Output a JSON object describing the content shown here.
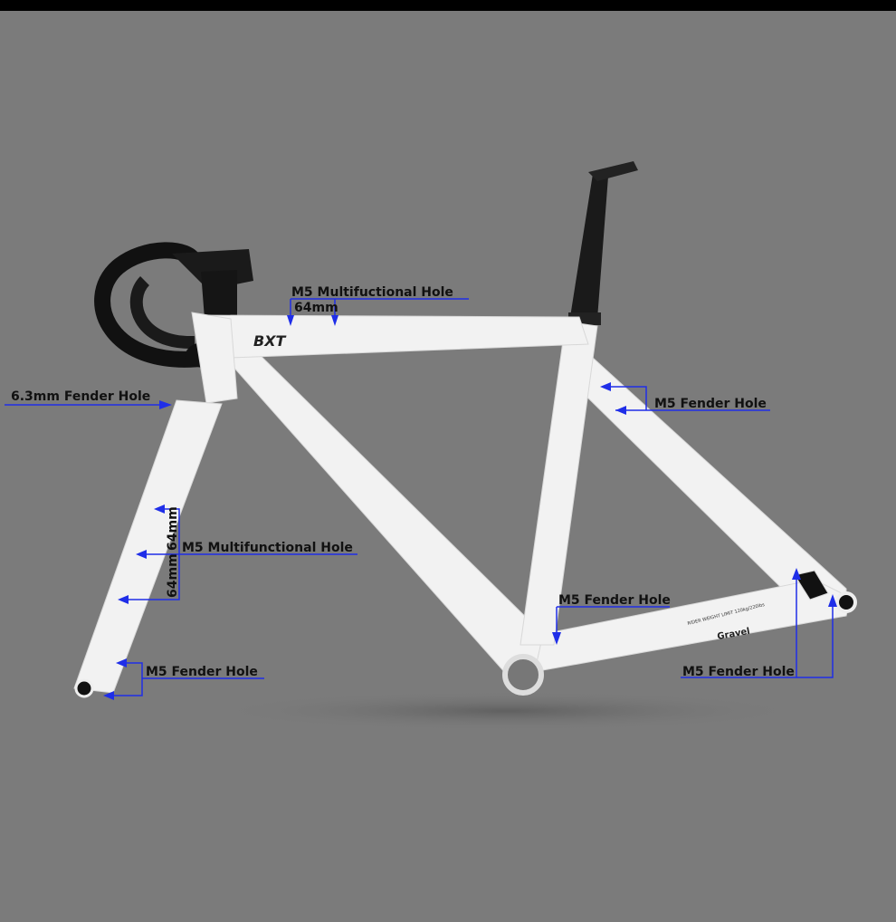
{
  "colors": {
    "background": "#7b7b7b",
    "annotation_line": "#1f2ee8",
    "frame": "#f2f2f2",
    "components": "#111111"
  },
  "frame_markings": {
    "brand": "BXT",
    "model": "Gravel",
    "weight_limit": "RIDER WEIGHT LIMIT 120kg/220lbs"
  },
  "annotations": {
    "top_tube_hole": "M5 Multifuctional Hole",
    "top_tube_spacing": "64mm",
    "head_tube_hole": "6.3mm Fender Hole",
    "seat_stay_hole": "M5 Fender Hole",
    "fork_hole": "M5 Multifunctional Hole",
    "fork_spacing_upper": "64mm",
    "fork_spacing_lower": "64mm",
    "fork_dropout_hole": "M5 Fender Hole",
    "bb_hole": "M5 Fender Hole",
    "rear_dropout_hole": "M5 Fender Hole"
  }
}
